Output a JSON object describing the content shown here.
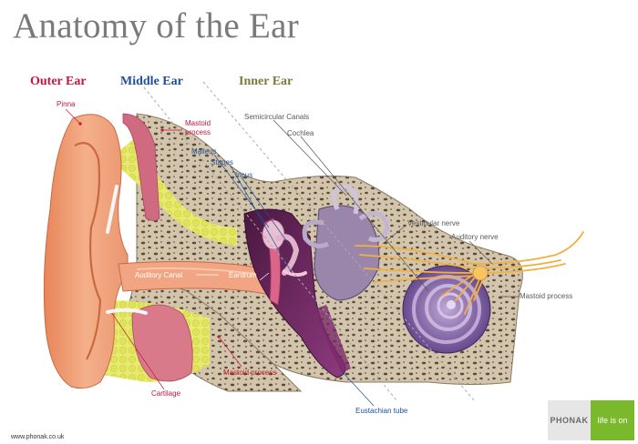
{
  "title": "Anatomy of the Ear",
  "sections": {
    "outer": {
      "label": "Outer Ear",
      "color": "#c4163c"
    },
    "middle": {
      "label": "Middle Ear",
      "color": "#1f4f96"
    },
    "inner": {
      "label": "Inner Ear",
      "color": "#7d7a3a"
    }
  },
  "labels": {
    "pinna": "Pinna",
    "mastoid_process_outer": "Mastoid process",
    "malleus": "Malleus",
    "stapes": "Stapes",
    "incus": "Incus",
    "semicircular_canals": "Semicircular Canals",
    "cochlea": "Cochlea",
    "vestibular_nerve": "Vestibular nerve",
    "auditory_nerve": "Auditory nerve",
    "mastoid_process_right": "Mastoid process",
    "auditory_canal": "Auditory Canal",
    "eardrum": "Eardrum",
    "cartilage": "Cartilage",
    "mastoid_process_bottom": "Mastoid process",
    "eustachian_tube": "Eustachian tube"
  },
  "footer": {
    "website": "www.phonak.co.uk",
    "brand": "PHONAK",
    "slogan": "life is on"
  },
  "colors": {
    "skin": "#f0a27a",
    "bone": "#cfc1a8",
    "bone_pores": "#5a4a3a",
    "fat": "#e6e86a",
    "muscle": "#d4687a",
    "middle_ear_cavity": "#7a2a6a",
    "cochlea": "#8a6aa8",
    "nerve": "#f2b040",
    "brand_green": "#7ab82c"
  }
}
